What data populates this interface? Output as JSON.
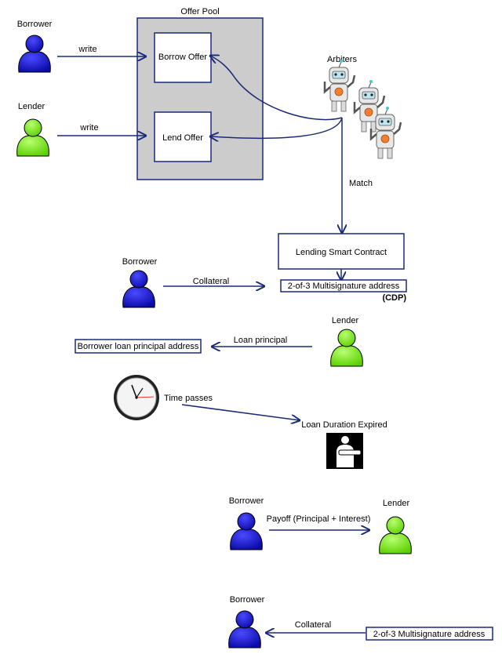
{
  "colors": {
    "flow": "#1a2a78",
    "borrower": "#1010c0",
    "lender": "#80ff10",
    "pool_bg": "#cccccc",
    "box_border": "#1a2a78"
  },
  "offer_pool": {
    "title": "Offer Pool",
    "borrow_offer": "Borrow Offer",
    "lend_offer": "Lend Offer"
  },
  "actors": {
    "borrower_top": "Borrower",
    "lender_top": "Lender",
    "borrower_collateral": "Borrower",
    "lender_loan": "Lender",
    "borrower_payoff": "Borrower",
    "lender_payoff": "Lender",
    "borrower_return": "Borrower"
  },
  "arrows": {
    "write_borrow": "write",
    "write_lend": "write",
    "match": "Match",
    "collateral_in": "Collateral",
    "loan_principal": "Loan principal",
    "time_passes": "Time passes",
    "payoff": "Payoff (Principal + Interest)",
    "collateral_out": "Collateral"
  },
  "arbiters": {
    "label": "Arbiters",
    "icon": "robot-icon"
  },
  "contract": {
    "lending_contract": "Lending Smart Contract",
    "multisig": "2-of-3 Multisignature address",
    "cdp": "(CDP)"
  },
  "borrower_address": "Borrower loan principal address",
  "expired": {
    "label": "Loan Duration Expired",
    "icon": "timeout-icon"
  },
  "clock": {
    "icon": "clock-icon"
  },
  "final": {
    "multisig": "2-of-3 Multisignature address"
  }
}
